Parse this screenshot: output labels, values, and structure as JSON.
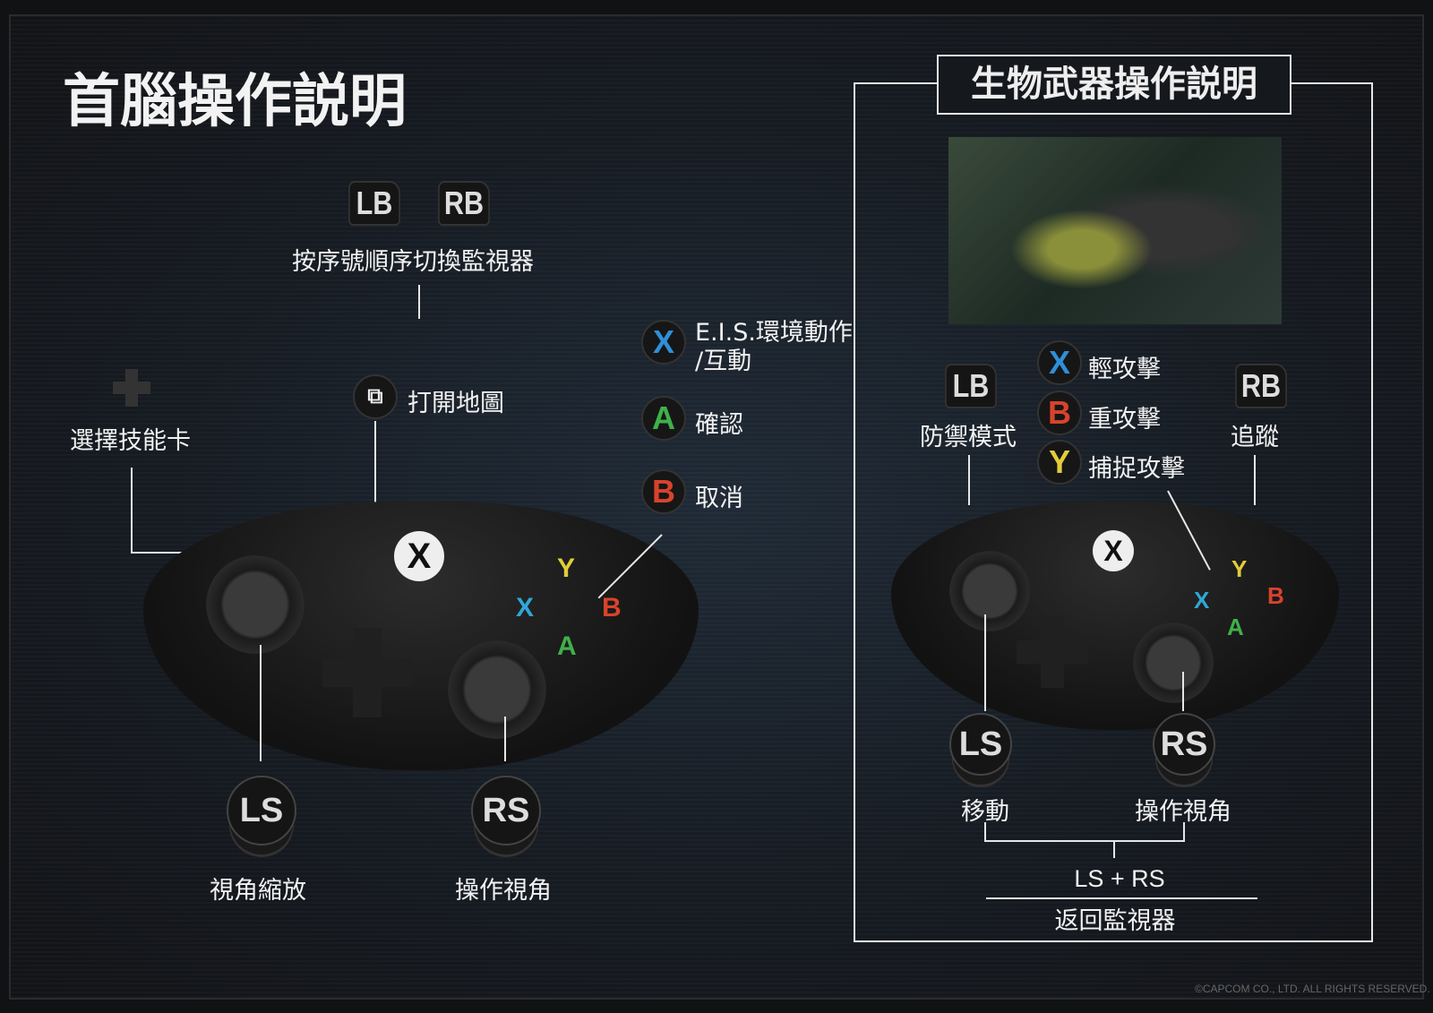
{
  "left": {
    "title": "首腦操作説明",
    "bumpers": {
      "lb": "LB",
      "rb": "RB",
      "label": "按序號順序切換監視器"
    },
    "map": {
      "label": "打開地圖"
    },
    "dpad": {
      "label": "選擇技能卡"
    },
    "face": [
      {
        "key": "X",
        "label": "E.I.S.環境動作\n/互動",
        "line1": "E.I.S.環境動作",
        "line2": "/互動",
        "color": "#2f8fd8"
      },
      {
        "key": "A",
        "label": "確認",
        "color": "#3fb04a"
      },
      {
        "key": "B",
        "label": "取消",
        "color": "#d8432b"
      }
    ],
    "ls": {
      "key": "LS",
      "label": "視角縮放"
    },
    "rs": {
      "key": "RS",
      "label": "操作視角"
    }
  },
  "right": {
    "title": "生物武器操作説明",
    "lb": {
      "key": "LB",
      "label": "防禦模式"
    },
    "rb": {
      "key": "RB",
      "label": "追蹤"
    },
    "face": [
      {
        "key": "X",
        "label": "輕攻擊",
        "color": "#2f8fd8"
      },
      {
        "key": "B",
        "label": "重攻擊",
        "color": "#d8432b"
      },
      {
        "key": "Y",
        "label": "捕捉攻擊",
        "color": "#e3cc3a"
      }
    ],
    "ls": {
      "key": "LS",
      "label": "移動"
    },
    "rs": {
      "key": "RS",
      "label": "操作視角"
    },
    "combo": {
      "keys": "LS + RS",
      "label": "返回監視器"
    }
  },
  "copyright": "©CAPCOM CO., LTD. ALL RIGHTS RESERVED."
}
